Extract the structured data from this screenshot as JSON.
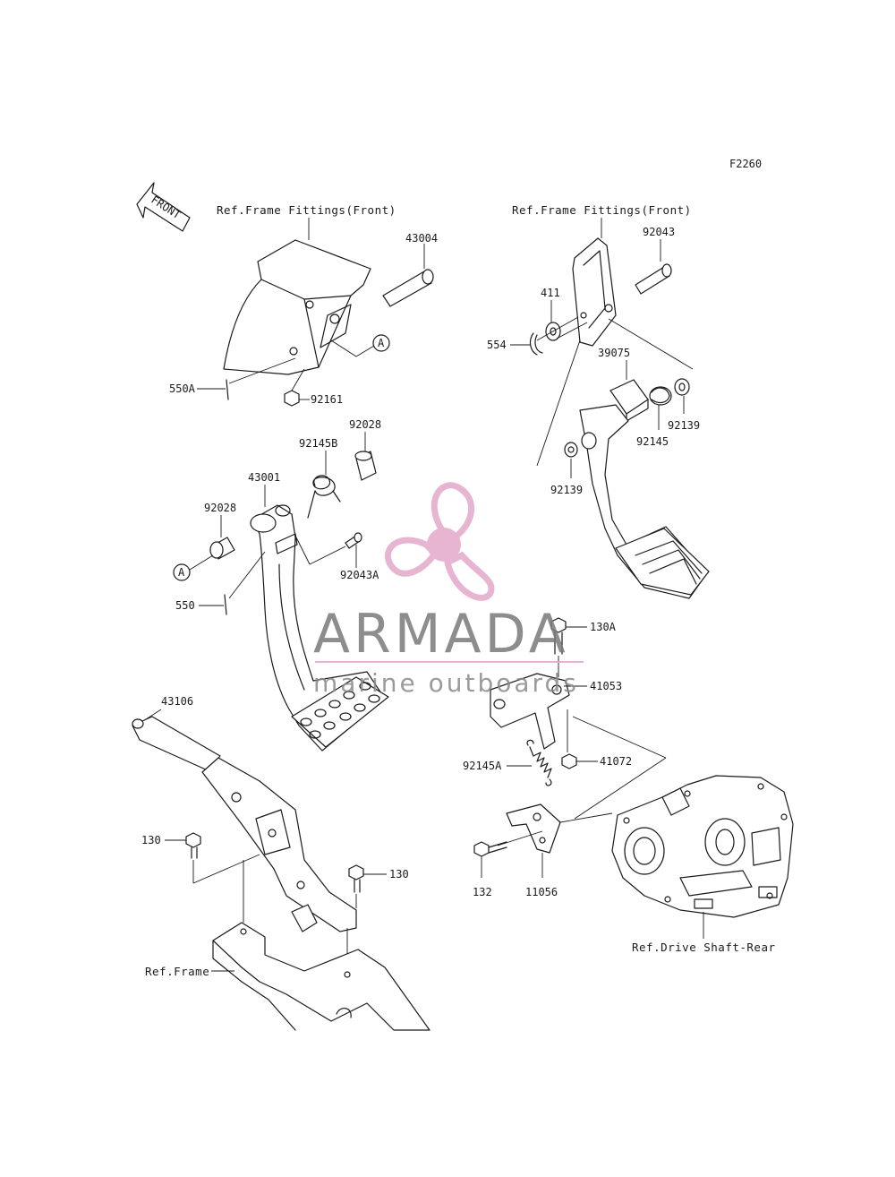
{
  "diagram": {
    "code": "F2260",
    "front_label": "FRONT",
    "refs": {
      "frame_fittings_left": "Ref.Frame Fittings(Front)",
      "frame_fittings_right": "Ref.Frame Fittings(Front)",
      "frame": "Ref.Frame",
      "drive_shaft": "Ref.Drive Shaft-Rear"
    },
    "callout": "A",
    "parts": {
      "p43004": "43004",
      "p550A": "550A",
      "p92161": "92161",
      "p92028a": "92028",
      "p92145B": "92145B",
      "p43001": "43001",
      "p92028b": "92028",
      "p92043A": "92043A",
      "p550": "550",
      "p92043": "92043",
      "p411": "411",
      "p554": "554",
      "p39075": "39075",
      "p92139a": "92139",
      "p92145": "92145",
      "p92139b": "92139",
      "p130A": "130A",
      "p41053": "41053",
      "p92145A": "92145A",
      "p41072": "41072",
      "p43106": "43106",
      "p130a": "130",
      "p130b": "130",
      "p132": "132",
      "p11056": "11056"
    }
  },
  "watermark": {
    "brand": "ARMADA",
    "tagline": "marine outboards",
    "color": "#e3a9c9"
  }
}
